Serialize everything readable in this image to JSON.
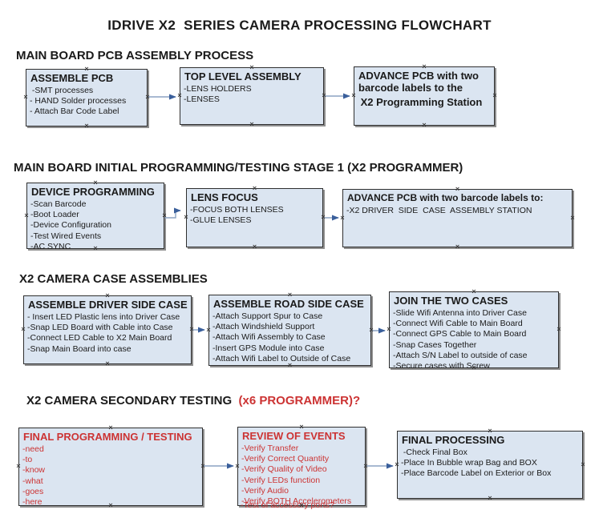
{
  "title": "IDRIVE X2  SERIES CAMERA PROCESSING FLOWCHART",
  "colors": {
    "accent_red": "#cc3333",
    "text": "#1a1a1a",
    "box_fill": "#dbe5f1",
    "box_border": "#2f2f2f",
    "box_shadow": "#8f8f8f",
    "connector_line": "#8ba2c2",
    "connector_arrow": "#3a5f9b"
  },
  "icons": {
    "connection_point": "×",
    "connector": "right-arrow"
  },
  "sections": [
    {
      "heading": "MAIN BOARD PCB ASSEMBLY PROCESS",
      "boxes": [
        {
          "title": "ASSEMBLE PCB",
          "items": [
            " -SMT processes",
            "- HAND Solder processes",
            "- Attach Bar Code Label"
          ]
        },
        {
          "title": "TOP LEVEL ASSEMBLY",
          "items": [
            "-LENS HOLDERS",
            "-LENSES"
          ]
        },
        {
          "title": "ADVANCE PCB with two barcode labels to the",
          "items": [
            " X2 Programming Station"
          ]
        }
      ]
    },
    {
      "heading": "MAIN BOARD INITIAL PROGRAMMING/TESTING STAGE 1 (X2 PROGRAMMER)",
      "boxes": [
        {
          "title": "DEVICE PROGRAMMING",
          "items": [
            "-Scan Barcode",
            "-Boot Loader",
            "-Device Configuration",
            "-Test Wired Events",
            "-AC SYNC"
          ]
        },
        {
          "title": "LENS FOCUS",
          "items": [
            "-FOCUS BOTH LENSES",
            "-GLUE LENSES"
          ]
        },
        {
          "title": "ADVANCE PCB with two barcode labels to:",
          "items": [
            "-X2 DRIVER  SIDE  CASE  ASSEMBLY STATION"
          ]
        }
      ]
    },
    {
      "heading": "X2 CAMERA CASE ASSEMBLIES",
      "boxes": [
        {
          "title": "ASSEMBLE DRIVER SIDE CASE",
          "items": [
            "- Insert LED Plastic lens into Driver Case",
            "-Snap LED Board with Cable into Case",
            "-Connect LED Cable to X2 Main Board",
            "-Snap Main Board into case"
          ]
        },
        {
          "title": "ASSEMBLE ROAD SIDE CASE",
          "items": [
            "-Attach Support Spur to Case",
            "-Attach Windshield Support",
            "-Attach Wifi Assembly to Case",
            "-Insert GPS Module into Case",
            "-Attach Wifi Label to Outside of Case"
          ]
        },
        {
          "title": "JOIN THE TWO CASES",
          "items": [
            "-Slide Wifi Antenna into Driver Case",
            "-Connect Wifi Cable to Main Board",
            "-Connect GPS Cable to Main Board",
            "-Snap Cases Together",
            "-Attach S/N Label to outside of case",
            "-Secure cases with Screw"
          ]
        }
      ]
    },
    {
      "heading": "X2 CAMERA SECONDARY TESTING",
      "heading_suffix": "  (x6 PROGRAMMER)?",
      "boxes": [
        {
          "title": "FINAL PROGRAMMING / TESTING",
          "items": [
            "-need",
            "-to",
            "-know",
            "-what",
            "-goes",
            "-here"
          ]
        },
        {
          "title": "REVIEW OF EVENTS",
          "items": [
            "-Verify Transfer",
            "-Verify Correct Quantity",
            "-Verify Quality of Video",
            "-Verify LEDs function",
            "-Verify Audio",
            "-Verify BOTH Accelerometers"
          ],
          "overflow_item": "-Test of accessory ports?"
        },
        {
          "title": "FINAL PROCESSING",
          "items": [
            " -Check Final Box",
            "-Place In Bubble wrap Bag and BOX",
            "-Place Barcode Label on Exterior or Box"
          ]
        }
      ]
    }
  ]
}
